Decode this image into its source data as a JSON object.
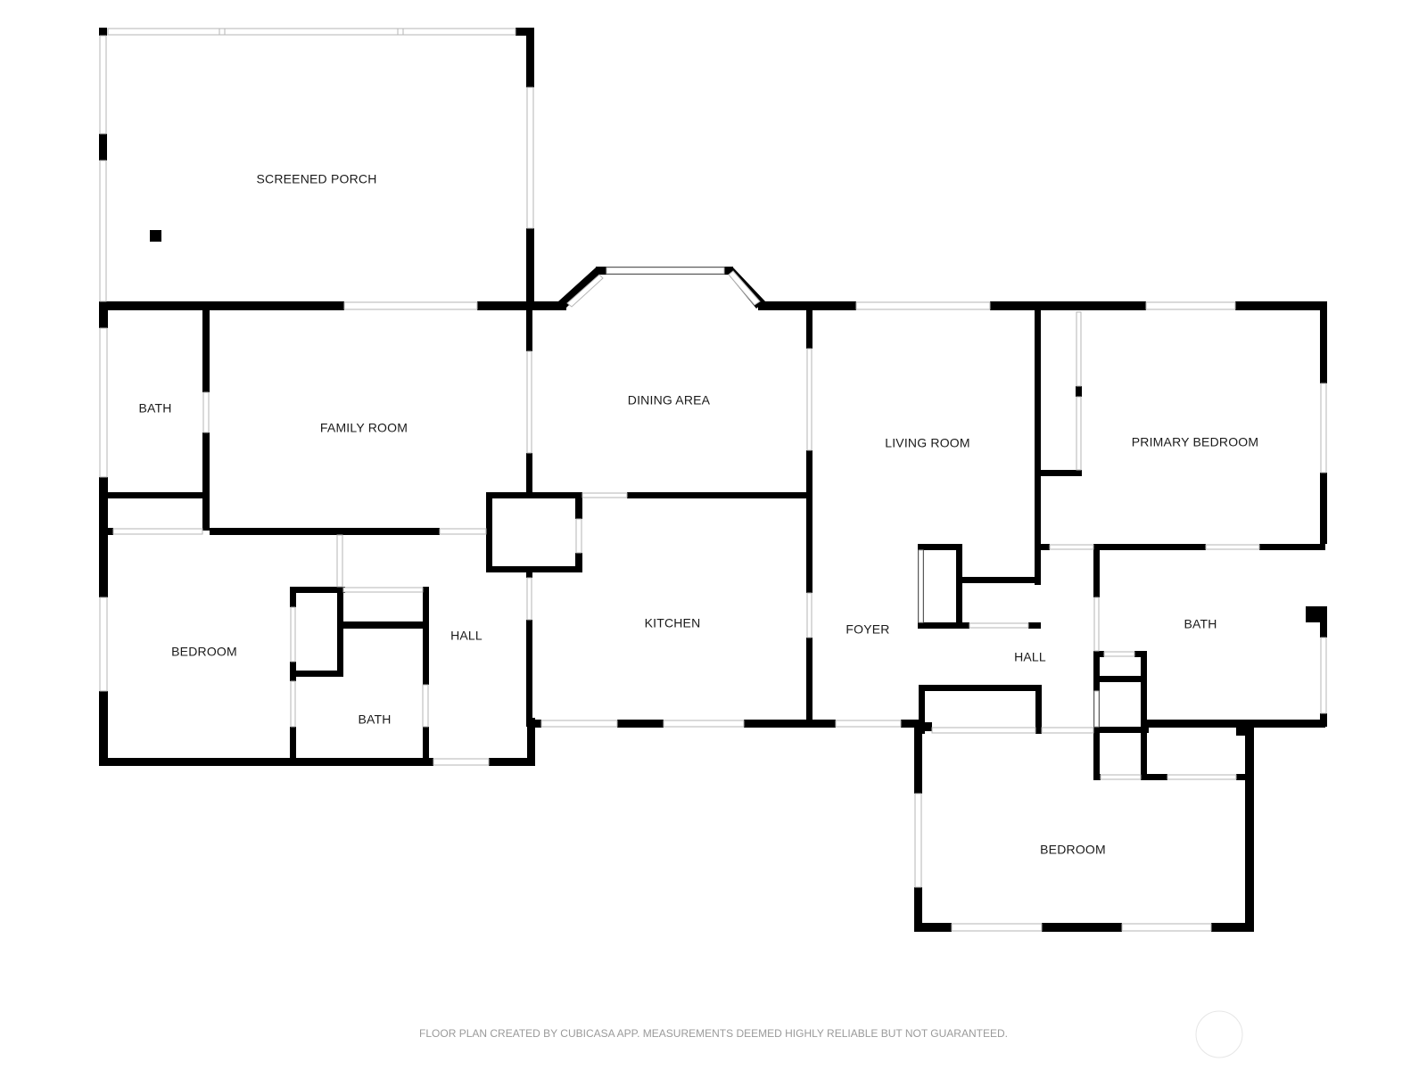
{
  "rooms": {
    "screened_porch": "SCREENED PORCH",
    "bath_west": "BATH",
    "family_room": "FAMILY ROOM",
    "dining_area": "DINING AREA",
    "living_room": "LIVING ROOM",
    "primary_bedroom": "PRIMARY BEDROOM",
    "bedroom_west": "BEDROOM",
    "hall_west": "HALL",
    "bath_center": "BATH",
    "kitchen": "KITCHEN",
    "foyer": "FOYER",
    "hall_east": "HALL",
    "bath_east": "BATH",
    "bedroom_east": "BEDROOM"
  },
  "footer": {
    "disclaimer": "FLOOR PLAN CREATED BY CUBICASA APP. MEASUREMENTS DEEMED HIGHLY RELIABLE BUT NOT GUARANTEED."
  },
  "colors": {
    "wall": "#000000",
    "window_stroke": "#b5b5b5",
    "background": "#ffffff"
  }
}
